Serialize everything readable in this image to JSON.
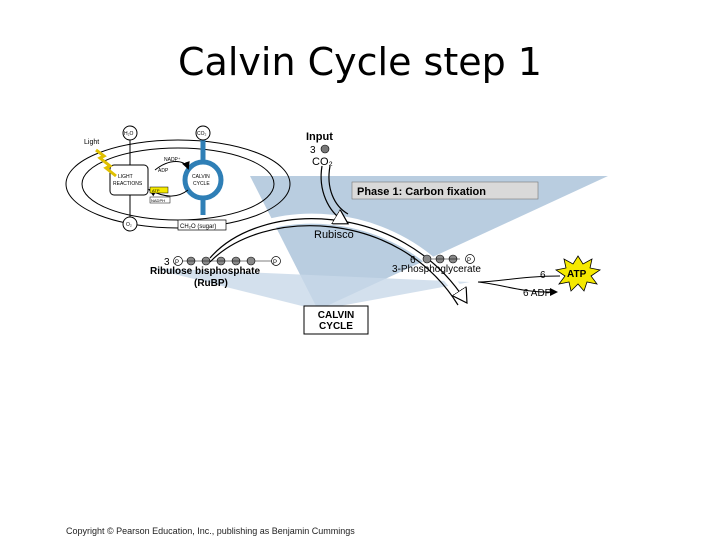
{
  "slide": {
    "title": "Calvin Cycle step 1"
  },
  "inset": {
    "light": "Light",
    "h2o": "H₂O",
    "co2": "CO₂",
    "nadp": "NADP⁺",
    "adp": "ADP",
    "light_reactions_1": "LIGHT",
    "light_reactions_2": "REACTIONS",
    "calvin_1": "CALVIN",
    "calvin_2": "CYCLE",
    "atp": "ATP",
    "nadph": "NADPH",
    "o2": "O₂",
    "sugar": "CH₂O (sugar)"
  },
  "diagram": {
    "input_label": "Input",
    "input_count": "3",
    "input_molecule": "CO₂",
    "phase_label": "Phase 1: Carbon fixation",
    "enzyme": "Rubisco",
    "rubp_count": "3",
    "rubp_name": "Ribulose bisphosphate",
    "rubp_abbr": "(RuBP)",
    "pga_count": "6",
    "pga_name": "3-Phosphoglycerate",
    "atp_count": "6",
    "atp_label": "ATP",
    "adp_label": "6 ADP",
    "cycle_1": "CALVIN",
    "cycle_2": "CYCLE",
    "phosphate": "P"
  },
  "footer": {
    "copyright": "Copyright © Pearson Education, Inc., publishing as Benjamin Cummings"
  },
  "colors": {
    "cycle_bg": "#b9cde0",
    "inset_stroke": "#2f7fb6",
    "atp_burst": "#f5e900",
    "phase_box": "#d9d9d9"
  }
}
